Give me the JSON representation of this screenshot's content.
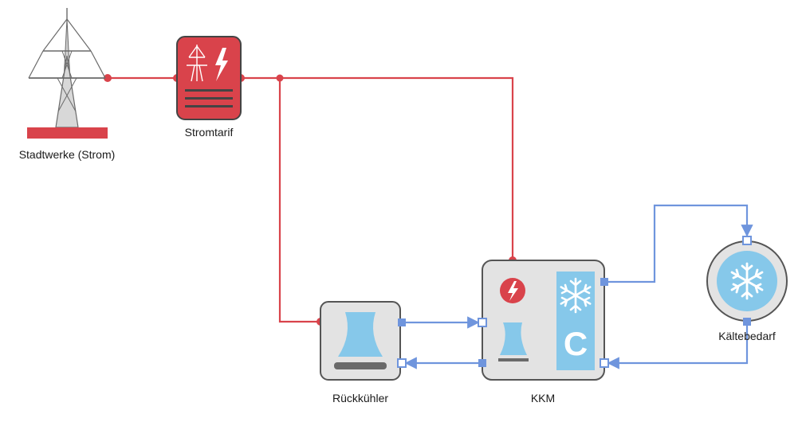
{
  "nodes": {
    "grid": {
      "label": "Stadtwerke (Strom)",
      "icon": "power-pylon-icon"
    },
    "tariff": {
      "label": "Stromtarif",
      "icon": "electricity-tariff-icon"
    },
    "cooler": {
      "label": "Rückkühler",
      "icon": "cooling-tower-icon"
    },
    "chiller": {
      "label": "KKM",
      "icon": "compression-chiller-icon",
      "badge": "C"
    },
    "demand": {
      "label": "Kältebedarf",
      "icon": "snowflake-icon"
    }
  },
  "colors": {
    "electric": "#d9434b",
    "cold": "#6f95dd",
    "ice": "#86c8ea",
    "box_fill": "#e3e3e3",
    "box_stroke": "#555555",
    "tariff_fill": "#d9434b",
    "tariff_stroke": "#444444"
  }
}
